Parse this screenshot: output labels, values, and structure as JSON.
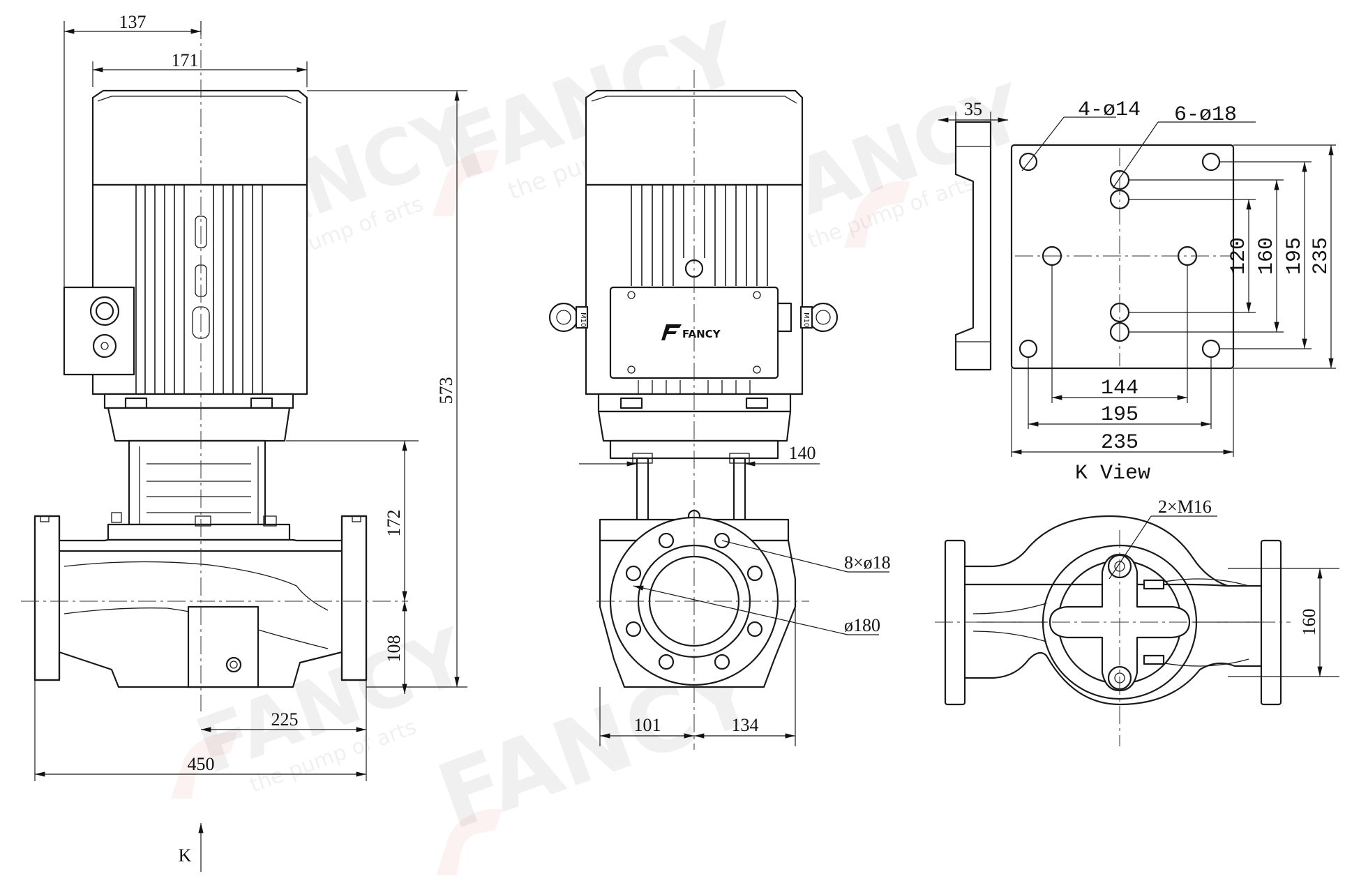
{
  "watermark": {
    "brand": "FANCY",
    "tagline": "the pump of arts",
    "color": "#e02020"
  },
  "badge": {
    "brand": "FANCY"
  },
  "dimensions": {
    "front": {
      "d137": "137",
      "d171": "171",
      "d573": "573",
      "d172": "172",
      "d108": "108",
      "d225": "225",
      "d450": "450",
      "k_marker": "K"
    },
    "side": {
      "d140": "140",
      "d101": "101",
      "d134": "134",
      "holes_8x18": "8×ø18",
      "pcd_180": "ø180"
    },
    "kview": {
      "d35": "35",
      "holes_4x14": "4-ø14",
      "holes_6x18": "6-ø18",
      "d120": "120",
      "d160": "160",
      "d195v": "195",
      "d235v": "235",
      "d144": "144",
      "d195h": "195",
      "d235h": "235",
      "caption": "K View"
    },
    "section": {
      "thread": "2×M16",
      "d160": "160"
    }
  },
  "eye_bolt_label": "M10"
}
